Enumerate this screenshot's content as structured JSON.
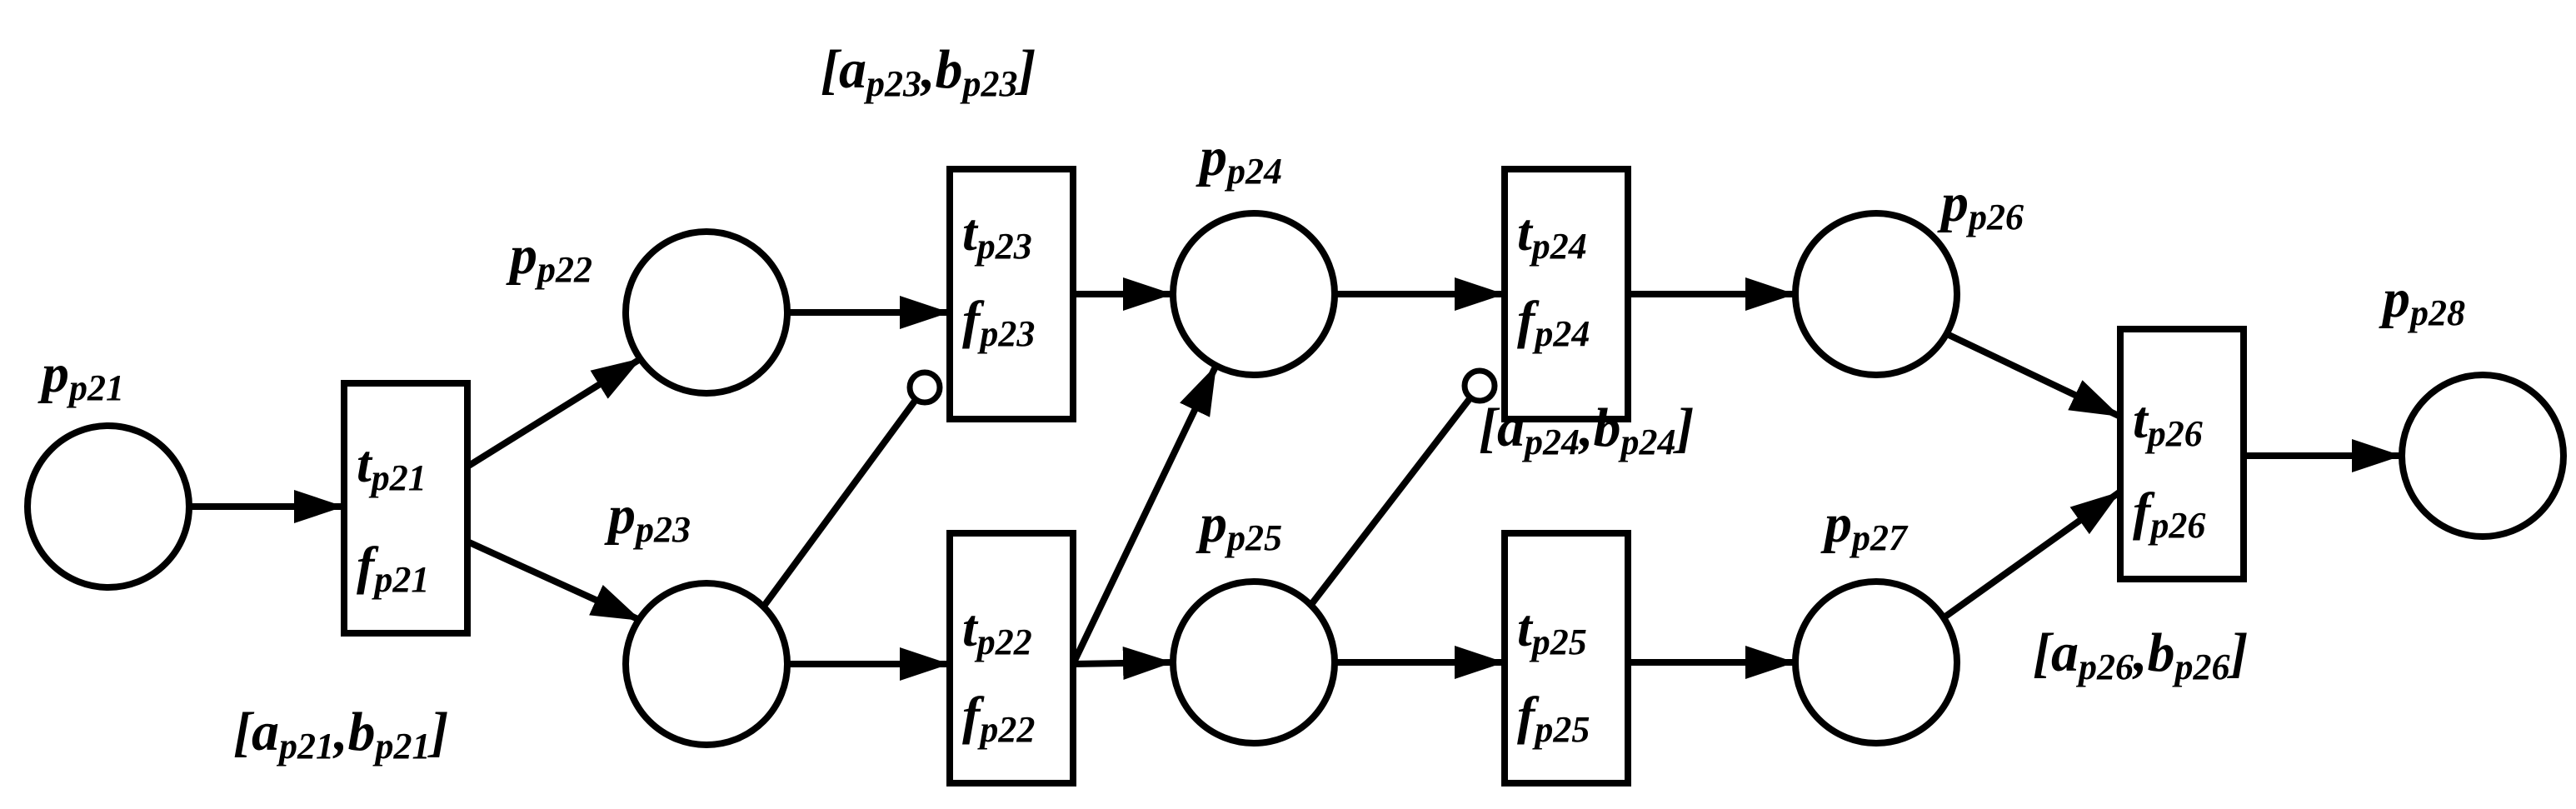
{
  "colors": {
    "stroke": "#000000",
    "background": "#ffffff"
  },
  "places": [
    {
      "id": "pp21",
      "main": "p",
      "sub": "p21"
    },
    {
      "id": "pp22",
      "main": "p",
      "sub": "p22"
    },
    {
      "id": "pp23",
      "main": "p",
      "sub": "p23"
    },
    {
      "id": "pp24",
      "main": "p",
      "sub": "p24"
    },
    {
      "id": "pp25",
      "main": "p",
      "sub": "p25"
    },
    {
      "id": "pp26",
      "main": "p",
      "sub": "p26"
    },
    {
      "id": "pp27",
      "main": "p",
      "sub": "p27"
    },
    {
      "id": "pp28",
      "main": "p",
      "sub": "p28"
    }
  ],
  "transitions": [
    {
      "id": "tp21",
      "t_main": "t",
      "t_sub": "p21",
      "f_main": "f",
      "f_sub": "p21"
    },
    {
      "id": "tp22",
      "t_main": "t",
      "t_sub": "p22",
      "f_main": "f",
      "f_sub": "p22"
    },
    {
      "id": "tp23",
      "t_main": "t",
      "t_sub": "p23",
      "f_main": "f",
      "f_sub": "p23"
    },
    {
      "id": "tp24",
      "t_main": "t",
      "t_sub": "p24",
      "f_main": "f",
      "f_sub": "p24"
    },
    {
      "id": "tp25",
      "t_main": "t",
      "t_sub": "p25",
      "f_main": "f",
      "f_sub": "p25"
    },
    {
      "id": "tp26",
      "t_main": "t",
      "t_sub": "p26",
      "f_main": "f",
      "f_sub": "p26"
    }
  ],
  "intervals": [
    {
      "id": "int21",
      "open": "[",
      "a": "a",
      "a_sub": "p21",
      "comma": ",",
      "b": "b",
      "b_sub": "p21",
      "close": "]"
    },
    {
      "id": "int23",
      "open": "[",
      "a": "a",
      "a_sub": "p23",
      "comma": ",",
      "b": "b",
      "b_sub": "p23",
      "close": "]"
    },
    {
      "id": "int24",
      "open": "[",
      "a": "a",
      "a_sub": "p24",
      "comma": ",",
      "b": "b",
      "b_sub": "p24",
      "close": "]"
    },
    {
      "id": "int26",
      "open": "[",
      "a": "a",
      "a_sub": "p26",
      "comma": ",",
      "b": "b",
      "b_sub": "p26",
      "close": "]"
    }
  ],
  "arcs": [
    {
      "from": "pp21",
      "to": "tp21",
      "type": "arrow"
    },
    {
      "from": "tp21",
      "to": "pp22",
      "type": "arrow"
    },
    {
      "from": "tp21",
      "to": "pp23",
      "type": "arrow"
    },
    {
      "from": "pp22",
      "to": "tp23",
      "type": "arrow"
    },
    {
      "from": "pp23",
      "to": "tp23",
      "type": "inhibitor"
    },
    {
      "from": "pp23",
      "to": "tp22",
      "type": "arrow"
    },
    {
      "from": "tp23",
      "to": "pp24",
      "type": "arrow"
    },
    {
      "from": "tp22",
      "to": "pp24",
      "type": "arrow"
    },
    {
      "from": "tp22",
      "to": "pp25",
      "type": "arrow"
    },
    {
      "from": "pp24",
      "to": "tp24",
      "type": "arrow"
    },
    {
      "from": "pp25",
      "to": "tp24",
      "type": "inhibitor"
    },
    {
      "from": "pp25",
      "to": "tp25",
      "type": "arrow"
    },
    {
      "from": "tp24",
      "to": "pp26",
      "type": "arrow"
    },
    {
      "from": "tp25",
      "to": "pp27",
      "type": "arrow"
    },
    {
      "from": "pp26",
      "to": "tp26",
      "type": "arrow"
    },
    {
      "from": "pp27",
      "to": "tp26",
      "type": "arrow"
    },
    {
      "from": "tp26",
      "to": "pp28",
      "type": "arrow"
    }
  ]
}
